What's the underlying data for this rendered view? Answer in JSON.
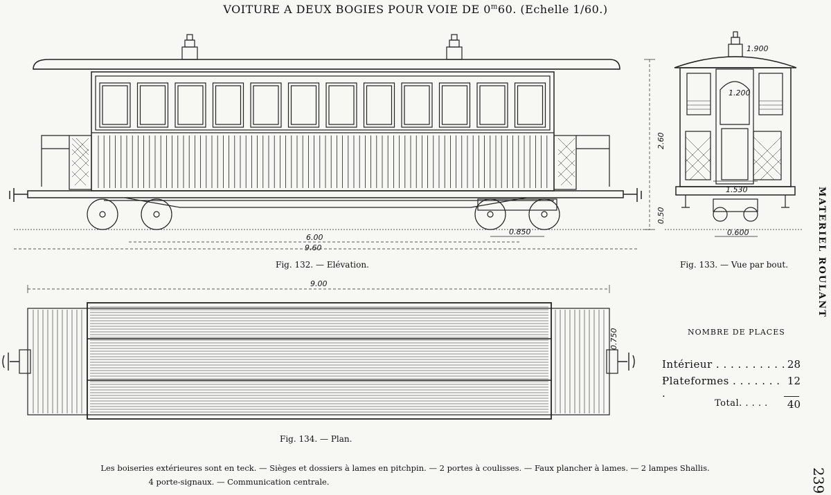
{
  "page_title": {
    "main": "VOITURE A DEUX BOGIES POUR VOIE DE 0",
    "sup": "m",
    "tail": "60. (Echelle 1/60.)"
  },
  "side_label": "MATERIEL ROULANT",
  "page_number": "239",
  "figures": {
    "elevation": {
      "caption": "Fig. 132. — Elévation.",
      "dims": {
        "height": "2.60",
        "low": "0.50",
        "bogie_centers": "6.00",
        "overall": "9.60",
        "wheelbase": "0.850"
      }
    },
    "end_view": {
      "caption": "Fig. 133. — Vue par bout.",
      "dims": {
        "roof_width": "1.900",
        "door_width": "1.200",
        "body_width": "1.530",
        "gauge": "0.600"
      }
    },
    "plan": {
      "caption": "Fig. 134. — Plan.",
      "dims": {
        "length": "9.00",
        "platform": "0.750"
      }
    }
  },
  "places": {
    "title": "NOMBRE DE PLACES",
    "rows": [
      {
        "label": "Intérieur . . . . . . . . . . .",
        "value": "28"
      },
      {
        "label": "Plateformes . . . . . . . .",
        "value": "12"
      }
    ],
    "total": {
      "label": "Total. . . . .",
      "value": "40"
    }
  },
  "notes": {
    "line1": "Les boiseries extérieures sont en teck. — Sièges et dossiers à lames en pitchpin. — 2 portes à coulisses. — Faux plancher à lames. — 2 lampes Shallis.",
    "line2": "4 porte-signaux. — Communication centrale."
  },
  "colors": {
    "ink": "#111111",
    "paper": "#f7f7f4"
  }
}
